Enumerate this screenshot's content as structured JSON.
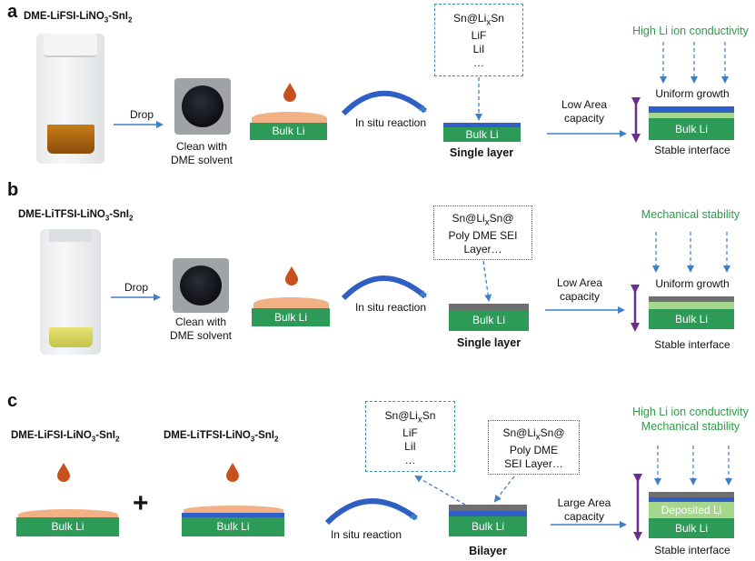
{
  "panel_a": {
    "letter": "a",
    "electrolyte": {
      "main": "DME-LiFSI-LiNO",
      "sub1": "3",
      "mid": "-SnI",
      "sub2": "2"
    },
    "drop_label": "Drop",
    "clean_label_1": "Clean with",
    "clean_label_2": "DME solvent",
    "bulk_li": "Bulk Li",
    "reaction_label": "In situ reaction",
    "box_line1_main": "Sn@Li",
    "box_line1_sub": "x",
    "box_line1_end": "Sn",
    "box_line2": "LiF",
    "box_line3": "LiI",
    "box_line4": "…",
    "bulk_li_2": "Bulk Li",
    "result_label": "Single layer",
    "capacity_1": "Low Area",
    "capacity_2": "capacity",
    "property": "High Li ion conductivity",
    "growth": "Uniform growth",
    "bulk_li_3": "Bulk Li",
    "interface": "Stable interface"
  },
  "panel_b": {
    "letter": "b",
    "electrolyte": {
      "main": "DME-LiTFSI-LiNO",
      "sub1": "3",
      "mid": "-SnI",
      "sub2": "2"
    },
    "drop_label": "Drop",
    "clean_label_1": "Clean with",
    "clean_label_2": "DME solvent",
    "bulk_li": "Bulk Li",
    "reaction_label": "In situ reaction",
    "box_line1_main": "Sn@Li",
    "box_line1_sub": "x",
    "box_line1_end": "Sn@",
    "box_line2": "Poly DME SEI",
    "box_line3": "Layer…",
    "bulk_li_2": "Bulk Li",
    "result_label": "Single layer",
    "capacity_1": "Low Area",
    "capacity_2": "capacity",
    "property": "Mechanical stability",
    "growth": "Uniform growth",
    "bulk_li_3": "Bulk Li",
    "interface": "Stable interface"
  },
  "panel_c": {
    "letter": "c",
    "electrolyte_1": {
      "main": "DME-LiFSI-LiNO",
      "sub1": "3",
      "mid": "-SnI",
      "sub2": "2"
    },
    "electrolyte_2": {
      "main": "DME-LiTFSI-LiNO",
      "sub1": "3",
      "mid": "-SnI",
      "sub2": "2"
    },
    "bulk_li_1": "Bulk Li",
    "plus": "+",
    "bulk_li_2": "Bulk Li",
    "reaction_label": "In situ reaction",
    "box1_line1_main": "Sn@Li",
    "box1_line1_sub": "x",
    "box1_line1_end": "Sn",
    "box1_line2": "LiF",
    "box1_line3": "LiI",
    "box1_line4": "…",
    "box2_line1_main": "Sn@Li",
    "box2_line1_sub": "x",
    "box2_line1_end": "Sn@",
    "box2_line2": "Poly DME",
    "box2_line3": "SEI Layer…",
    "bulk_li_3": "Bulk Li",
    "result_label": "Bilayer",
    "capacity_1": "Large Area",
    "capacity_2": "capacity",
    "property_1": "High Li ion conductivity",
    "property_2": "Mechanical stability",
    "deposited": "Deposited Li",
    "bulk_li_4": "Bulk Li",
    "interface": "Stable interface"
  },
  "colors": {
    "li_green": "#2e9a57",
    "blue_layer": "#2f5fc4",
    "grey_layer": "#6f6f72",
    "light_green": "#a6d78c",
    "peach": "#f2b184",
    "arrow_blue": "#3f7fc6",
    "purple": "#6a2d91",
    "drop": "#c8501e",
    "text_green": "#2e9b48"
  }
}
